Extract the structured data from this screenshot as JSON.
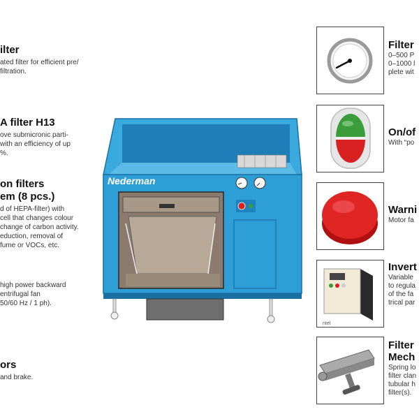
{
  "left_features": [
    {
      "title": "ilter",
      "lines": [
        "ated filter for efficient pre/",
        " filtration."
      ]
    },
    {
      "title": "A filter H13",
      "lines": [
        "ove submicronic parti-",
        "with an efficiency of up",
        "%."
      ]
    },
    {
      "title": "on filters",
      "title2": "em (8 pcs.)",
      "lines": [
        "d of HEPA-filter) with",
        "cell that changes colour",
        "change of carbon activity.",
        "eduction, removal of",
        "fume or VOCs, etc."
      ]
    },
    {
      "title": "",
      "lines": [
        "high power backward",
        "entrifugal fan",
        " 50/60 Hz / 1 ph)."
      ]
    },
    {
      "title": "ors",
      "lines": [
        "and brake."
      ]
    }
  ],
  "right_features": [
    {
      "title": "Filter",
      "lines": [
        "0–500 P",
        "0–1000 l",
        "plete wit"
      ],
      "icon": "pressure-gauge-icon"
    },
    {
      "title": "On/of",
      "lines": [
        "With “po"
      ],
      "icon": "on-off-button-icon"
    },
    {
      "title": "Warni",
      "lines": [
        "Motor fa"
      ],
      "icon": "emergency-stop-button-icon"
    },
    {
      "title": "Invert",
      "lines": [
        "Variable",
        "to regula",
        "of the fa",
        "trical par"
      ],
      "icon": "inverter-unit-icon"
    },
    {
      "title": "Filter",
      "title2": "Mech",
      "lines": [
        "Spring lo",
        "filter clan",
        "tubular h",
        "filter(s)."
      ],
      "icon": "filter-clamp-mechanism-icon"
    }
  ],
  "machine": {
    "brand": "Nederman",
    "inverter_tag": "ntel"
  },
  "colors": {
    "machine_blue": "#2e9fd6",
    "machine_dark": "#1a6fa3",
    "stop_red": "#d82020",
    "green": "#3a9c3a"
  }
}
